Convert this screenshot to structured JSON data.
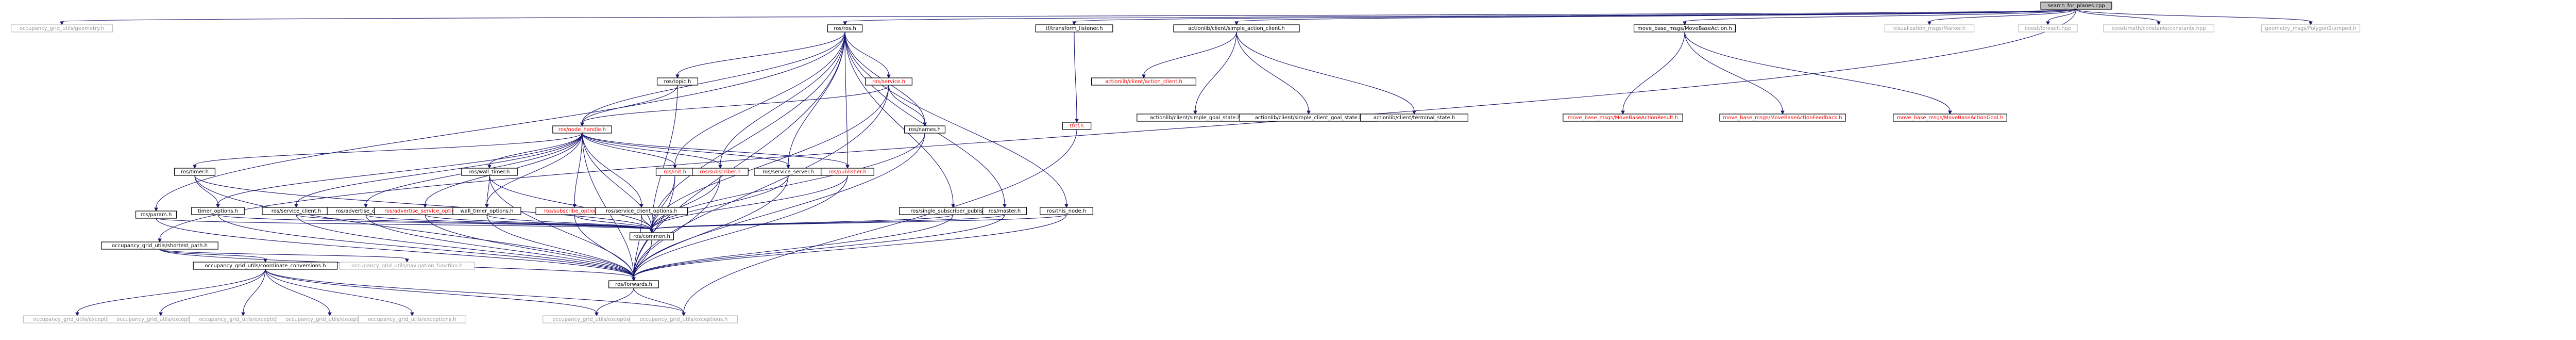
{
  "colors": {
    "root_fill": "#bfbfbf",
    "node_fill": "#ffffff",
    "node_stroke": "#000000",
    "text_normal": "#000000",
    "text_missing": "#ff0000",
    "text_external": "#9a9a9a",
    "stroke_external": "#bfbfbf",
    "edge": "#191970"
  },
  "nodes": [
    {
      "id": "n0",
      "label": "search_for_planes.cpp",
      "kind": "root"
    },
    {
      "id": "n1",
      "label": "occupancy_grid_utils/geometry.h",
      "kind": "external"
    },
    {
      "id": "n2",
      "label": "ros/ros.h",
      "kind": "normal"
    },
    {
      "id": "n3",
      "label": "tf/transform_listener.h",
      "kind": "normal"
    },
    {
      "id": "n4",
      "label": "actionlib/client/simple_action_client.h",
      "kind": "normal"
    },
    {
      "id": "n5",
      "label": "move_base_msgs/MoveBaseAction.h",
      "kind": "normal"
    },
    {
      "id": "n6",
      "label": "visualization_msgs/Marker.h",
      "kind": "external"
    },
    {
      "id": "n7",
      "label": "boost/foreach.hpp",
      "kind": "external"
    },
    {
      "id": "n8",
      "label": "boost/math/constants/constants.hpp",
      "kind": "external"
    },
    {
      "id": "n9",
      "label": "geometry_msgs/PolygonStamped.h",
      "kind": "external"
    },
    {
      "id": "n10",
      "label": "ros/service.h",
      "kind": "missing"
    },
    {
      "id": "n11",
      "label": "ros/topic.h",
      "kind": "normal"
    },
    {
      "id": "n12",
      "label": "ros/names.h",
      "kind": "normal"
    },
    {
      "id": "n13",
      "label": "ros/node_handle.h",
      "kind": "missing"
    },
    {
      "id": "n14",
      "label": "tf/tf.h",
      "kind": "missing"
    },
    {
      "id": "n15",
      "label": "actionlib/client/action_client.h",
      "kind": "missing"
    },
    {
      "id": "n16",
      "label": "actionlib/client/simple_goal_state.h",
      "kind": "normal"
    },
    {
      "id": "n17",
      "label": "actionlib/client/simple_client_goal_state.h",
      "kind": "normal"
    },
    {
      "id": "n18",
      "label": "actionlib/client/terminal_state.h",
      "kind": "normal"
    },
    {
      "id": "n19",
      "label": "move_base_msgs/MoveBaseActionResult.h",
      "kind": "missing"
    },
    {
      "id": "n20",
      "label": "move_base_msgs/MoveBaseActionFeedback.h",
      "kind": "missing"
    },
    {
      "id": "n21",
      "label": "move_base_msgs/MoveBaseActionGoal.h",
      "kind": "missing"
    },
    {
      "id": "n22",
      "label": "ros/timer.h",
      "kind": "normal"
    },
    {
      "id": "n23",
      "label": "ros/wall_timer.h",
      "kind": "normal"
    },
    {
      "id": "n24",
      "label": "ros/init.h",
      "kind": "missing"
    },
    {
      "id": "n25",
      "label": "ros/subscriber.h",
      "kind": "missing"
    },
    {
      "id": "n26",
      "label": "ros/service_server.h",
      "kind": "normal"
    },
    {
      "id": "n27",
      "label": "ros/publisher.h",
      "kind": "missing"
    },
    {
      "id": "n28",
      "label": "ros/param.h",
      "kind": "normal"
    },
    {
      "id": "n29",
      "label": "timer_options.h",
      "kind": "normal"
    },
    {
      "id": "n30",
      "label": "ros/service_client.h",
      "kind": "normal"
    },
    {
      "id": "n31",
      "label": "ros/advertise_options.h",
      "kind": "normal"
    },
    {
      "id": "n32",
      "label": "ros/advertise_service_options.h",
      "kind": "missing"
    },
    {
      "id": "n33",
      "label": "wall_timer_options.h",
      "kind": "normal"
    },
    {
      "id": "n34",
      "label": "ros/subscribe_options.h",
      "kind": "missing"
    },
    {
      "id": "n35",
      "label": "ros/service_client_options.h",
      "kind": "normal"
    },
    {
      "id": "n36",
      "label": "ros/single_subscriber_publisher.h",
      "kind": "normal"
    },
    {
      "id": "n37",
      "label": "ros/master.h",
      "kind": "normal"
    },
    {
      "id": "n38",
      "label": "ros/this_node.h",
      "kind": "normal"
    },
    {
      "id": "n39",
      "label": "occupancy_grid_utils/shortest_path.h",
      "kind": "normal"
    },
    {
      "id": "n40",
      "label": "ros/common.h",
      "kind": "normal"
    },
    {
      "id": "n41",
      "label": "occupancy_grid_utils/coordinate_conversions.h",
      "kind": "normal"
    },
    {
      "id": "n42",
      "label": "occupancy_grid_utils/navigation_function.h",
      "kind": "external"
    },
    {
      "id": "n43",
      "label": "ros/forwards.h",
      "kind": "normal"
    },
    {
      "id": "n44",
      "label": "occupancy_grid_utils/exceptions.h",
      "kind": "external"
    },
    {
      "id": "n45",
      "label": "occupancy_grid_utils/exceptions.h",
      "kind": "external"
    },
    {
      "id": "n46",
      "label": "occupancy_grid_utils/exceptions.h",
      "kind": "external"
    },
    {
      "id": "n47",
      "label": "occupancy_grid_utils/exceptions.h",
      "kind": "external"
    },
    {
      "id": "n48",
      "label": "occupancy_grid_utils/exceptions.h",
      "kind": "external"
    },
    {
      "id": "n49",
      "label": "occupancy_grid_utils/exceptions.h",
      "kind": "external"
    },
    {
      "id": "n50",
      "label": "occupancy_grid_utils/exceptions.h",
      "kind": "external"
    }
  ],
  "edges": [
    [
      "n0",
      "n1"
    ],
    [
      "n0",
      "n2"
    ],
    [
      "n0",
      "n3"
    ],
    [
      "n0",
      "n4"
    ],
    [
      "n0",
      "n5"
    ],
    [
      "n0",
      "n6"
    ],
    [
      "n0",
      "n7"
    ],
    [
      "n0",
      "n8"
    ],
    [
      "n0",
      "n9"
    ],
    [
      "n0",
      "n39"
    ],
    [
      "n2",
      "n10"
    ],
    [
      "n2",
      "n11"
    ],
    [
      "n2",
      "n12"
    ],
    [
      "n2",
      "n13"
    ],
    [
      "n2",
      "n24"
    ],
    [
      "n2",
      "n25"
    ],
    [
      "n2",
      "n26"
    ],
    [
      "n2",
      "n27"
    ],
    [
      "n2",
      "n28"
    ],
    [
      "n2",
      "n36"
    ],
    [
      "n2",
      "n37"
    ],
    [
      "n2",
      "n38"
    ],
    [
      "n2",
      "n40"
    ],
    [
      "n2",
      "n43"
    ],
    [
      "n3",
      "n14"
    ],
    [
      "n4",
      "n15"
    ],
    [
      "n4",
      "n16"
    ],
    [
      "n4",
      "n17"
    ],
    [
      "n4",
      "n18"
    ],
    [
      "n5",
      "n19"
    ],
    [
      "n5",
      "n20"
    ],
    [
      "n5",
      "n21"
    ],
    [
      "n10",
      "n12"
    ],
    [
      "n10",
      "n13"
    ],
    [
      "n10",
      "n40"
    ],
    [
      "n10",
      "n43"
    ],
    [
      "n11",
      "n13"
    ],
    [
      "n11",
      "n40"
    ],
    [
      "n12",
      "n40"
    ],
    [
      "n12",
      "n43"
    ],
    [
      "n13",
      "n22"
    ],
    [
      "n13",
      "n23"
    ],
    [
      "n13",
      "n24"
    ],
    [
      "n13",
      "n25"
    ],
    [
      "n13",
      "n26"
    ],
    [
      "n13",
      "n27"
    ],
    [
      "n13",
      "n29"
    ],
    [
      "n13",
      "n30"
    ],
    [
      "n13",
      "n31"
    ],
    [
      "n13",
      "n32"
    ],
    [
      "n13",
      "n33"
    ],
    [
      "n13",
      "n34"
    ],
    [
      "n13",
      "n35"
    ],
    [
      "n13",
      "n40"
    ],
    [
      "n13",
      "n43"
    ],
    [
      "n22",
      "n29"
    ],
    [
      "n22",
      "n40"
    ],
    [
      "n22",
      "n43"
    ],
    [
      "n23",
      "n33"
    ],
    [
      "n23",
      "n40"
    ],
    [
      "n23",
      "n43"
    ],
    [
      "n24",
      "n40"
    ],
    [
      "n24",
      "n43"
    ],
    [
      "n25",
      "n40"
    ],
    [
      "n25",
      "n43"
    ],
    [
      "n26",
      "n40"
    ],
    [
      "n26",
      "n43"
    ],
    [
      "n27",
      "n40"
    ],
    [
      "n27",
      "n43"
    ],
    [
      "n28",
      "n40"
    ],
    [
      "n28",
      "n43"
    ],
    [
      "n29",
      "n40"
    ],
    [
      "n29",
      "n43"
    ],
    [
      "n30",
      "n40"
    ],
    [
      "n30",
      "n43"
    ],
    [
      "n31",
      "n40"
    ],
    [
      "n31",
      "n43"
    ],
    [
      "n32",
      "n40"
    ],
    [
      "n32",
      "n43"
    ],
    [
      "n33",
      "n40"
    ],
    [
      "n33",
      "n43"
    ],
    [
      "n34",
      "n40"
    ],
    [
      "n34",
      "n43"
    ],
    [
      "n35",
      "n40"
    ],
    [
      "n35",
      "n43"
    ],
    [
      "n36",
      "n40"
    ],
    [
      "n36",
      "n43"
    ],
    [
      "n37",
      "n40"
    ],
    [
      "n37",
      "n43"
    ],
    [
      "n38",
      "n40"
    ],
    [
      "n38",
      "n43"
    ],
    [
      "n14",
      "n50"
    ],
    [
      "n39",
      "n41"
    ],
    [
      "n39",
      "n42"
    ],
    [
      "n39",
      "n43"
    ],
    [
      "n40",
      "n43"
    ],
    [
      "n41",
      "n44"
    ],
    [
      "n41",
      "n45"
    ],
    [
      "n41",
      "n46"
    ],
    [
      "n41",
      "n47"
    ],
    [
      "n41",
      "n48"
    ],
    [
      "n41",
      "n49"
    ],
    [
      "n41",
      "n50"
    ],
    [
      "n43",
      "n49"
    ],
    [
      "n43",
      "n50"
    ]
  ]
}
